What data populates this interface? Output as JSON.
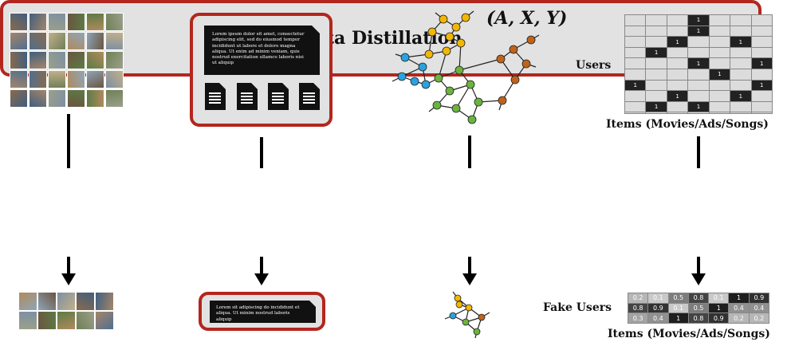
{
  "graph_label": "(A, X, Y)",
  "main_label": "Data Distillation",
  "recsys": {
    "users_label": "Users",
    "items_label": "Items (Movies/Ads/Songs)",
    "fake_users_label": "Fake Users",
    "items_label_bottom": "Items (Movies/Ads/Songs)",
    "matrix_ones": [
      [
        0,
        3
      ],
      [
        1,
        3
      ],
      [
        2,
        2
      ],
      [
        2,
        5
      ],
      [
        3,
        1
      ],
      [
        4,
        3
      ],
      [
        4,
        6
      ],
      [
        5,
        4
      ],
      [
        6,
        0
      ],
      [
        6,
        6
      ],
      [
        7,
        2
      ],
      [
        7,
        5
      ],
      [
        8,
        1
      ],
      [
        8,
        3
      ]
    ],
    "matrix_one_text": "1",
    "fake_matrix": [
      [
        "0.2",
        "0.1",
        "0.5",
        "0.8",
        "0.1",
        "1",
        "0.9"
      ],
      [
        "0.8",
        "0.9",
        "0.1",
        "0.5",
        "1",
        "0.4",
        "0.4"
      ],
      [
        "0.3",
        "0.4",
        "1",
        "0.8",
        "0.9",
        "0.2",
        "0.2"
      ]
    ]
  },
  "text_doc": {
    "top_text": "Lorem ipsum dolor sit amet, consectetur adipiscing elit, sed do eiusmod tempor incididunt ut labore et dolore magna aliqua. Ut enim ad minim veniam, quis nostrud exercitation ullamco laboris nisi ut aliquip",
    "bottom_text": "Lorem sit adipiscing do incididunt et aliqua. Ut minim nostrud laboris aliquip"
  },
  "colors": {
    "accent_border": "#b3261e",
    "box_fill": "#e2e2e2",
    "node_yellow": "#f2b705",
    "node_blue": "#29a3e0",
    "node_green": "#6cb33e",
    "node_orange": "#c0631a"
  }
}
